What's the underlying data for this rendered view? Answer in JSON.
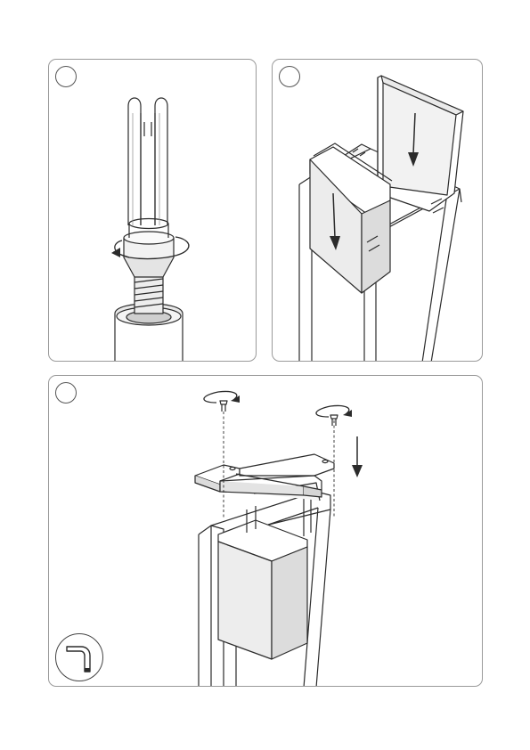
{
  "steps": [
    {
      "id": "step-1",
      "number": ""
    },
    {
      "id": "step-2",
      "number": ""
    },
    {
      "id": "step-3",
      "number": ""
    }
  ],
  "icons": {
    "rotate": "rotate-arrow-icon",
    "insert": "down-arrow-icon",
    "tool": "hex-key-icon"
  },
  "colors": {
    "line": "#2b2b2b",
    "fill_light": "#ffffff",
    "fill_shade": "#e6e6e6",
    "fill_dark": "#cfcfcf"
  }
}
